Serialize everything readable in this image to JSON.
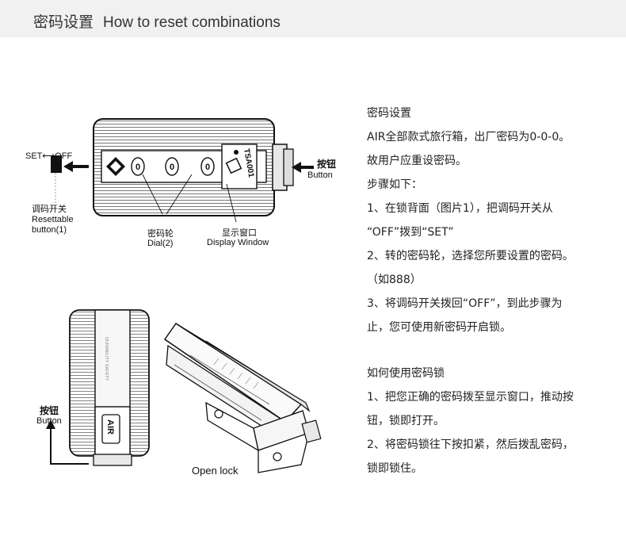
{
  "header": {
    "title_cn": "密码设置",
    "title_en": "How to reset combinations"
  },
  "diagram": {
    "set_off": "SET⟷OFF",
    "switch_cn": "调码开关",
    "switch_en_1": "Resettable",
    "switch_en_2": "button(1)",
    "dial_cn": "密码轮",
    "dial_en": "Dial(2)",
    "window_cn": "显示窗口",
    "window_en": "Display Window",
    "button_cn": "按钮",
    "button_en": "Button",
    "dial_digits": [
      "0",
      "0",
      "0"
    ],
    "tsa_text": "TSA001",
    "air_text": "AIR",
    "strap_text": "DURABILITY SAFETY",
    "button2_cn": "按钮",
    "button2_en": "Button",
    "open_lock": "Open lock"
  },
  "instructions": {
    "section1": [
      "密码设置",
      "AIR全部款式旅行箱，出厂密码为0-0-0。",
      "故用户应重设密码。",
      "步骤如下：",
      "1、在锁背面（图片1），把调码开关从",
      "“OFF”拨到“SET”",
      "2、转的密码轮，选择您所要设置的密码。",
      "（如888）",
      "3、将调码开关拨回“OFF”，到此步骤为",
      "止，您可使用新密码开启锁。"
    ],
    "section2": [
      "如何使用密码锁",
      "1、把您正确的密码拨至显示窗口，推动按",
      "钮，锁即打开。",
      "2、将密码锁往下按扣紧，然后拨乱密码，",
      "锁即锁住。"
    ]
  }
}
